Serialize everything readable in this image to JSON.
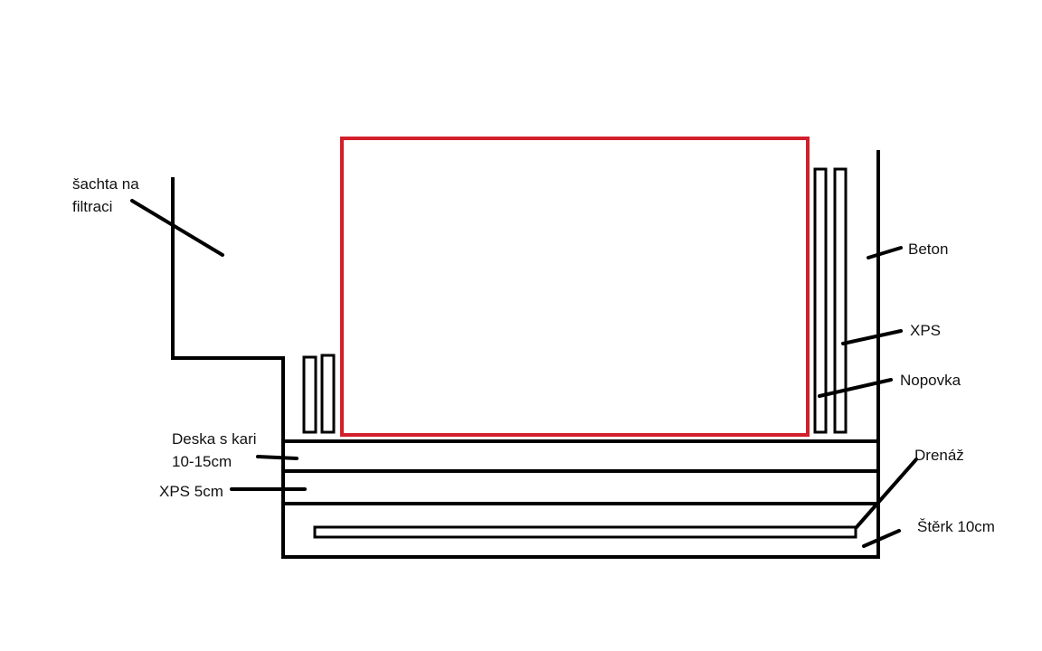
{
  "colors": {
    "line": "#000000",
    "pool_outline": "#d21f2b",
    "background": "#ffffff"
  },
  "labels": {
    "filtration_shaft_line1": "šachta na",
    "filtration_shaft_line2": "filtraci",
    "concrete": "Beton",
    "xps": "XPS",
    "dimpled_membrane": "Nopovka",
    "drainage": "Drenáž",
    "gravel": "Štěrk 10cm",
    "slab_line1": "Deska s kari",
    "slab_line2": "10-15cm",
    "xps_base": "XPS 5cm"
  }
}
